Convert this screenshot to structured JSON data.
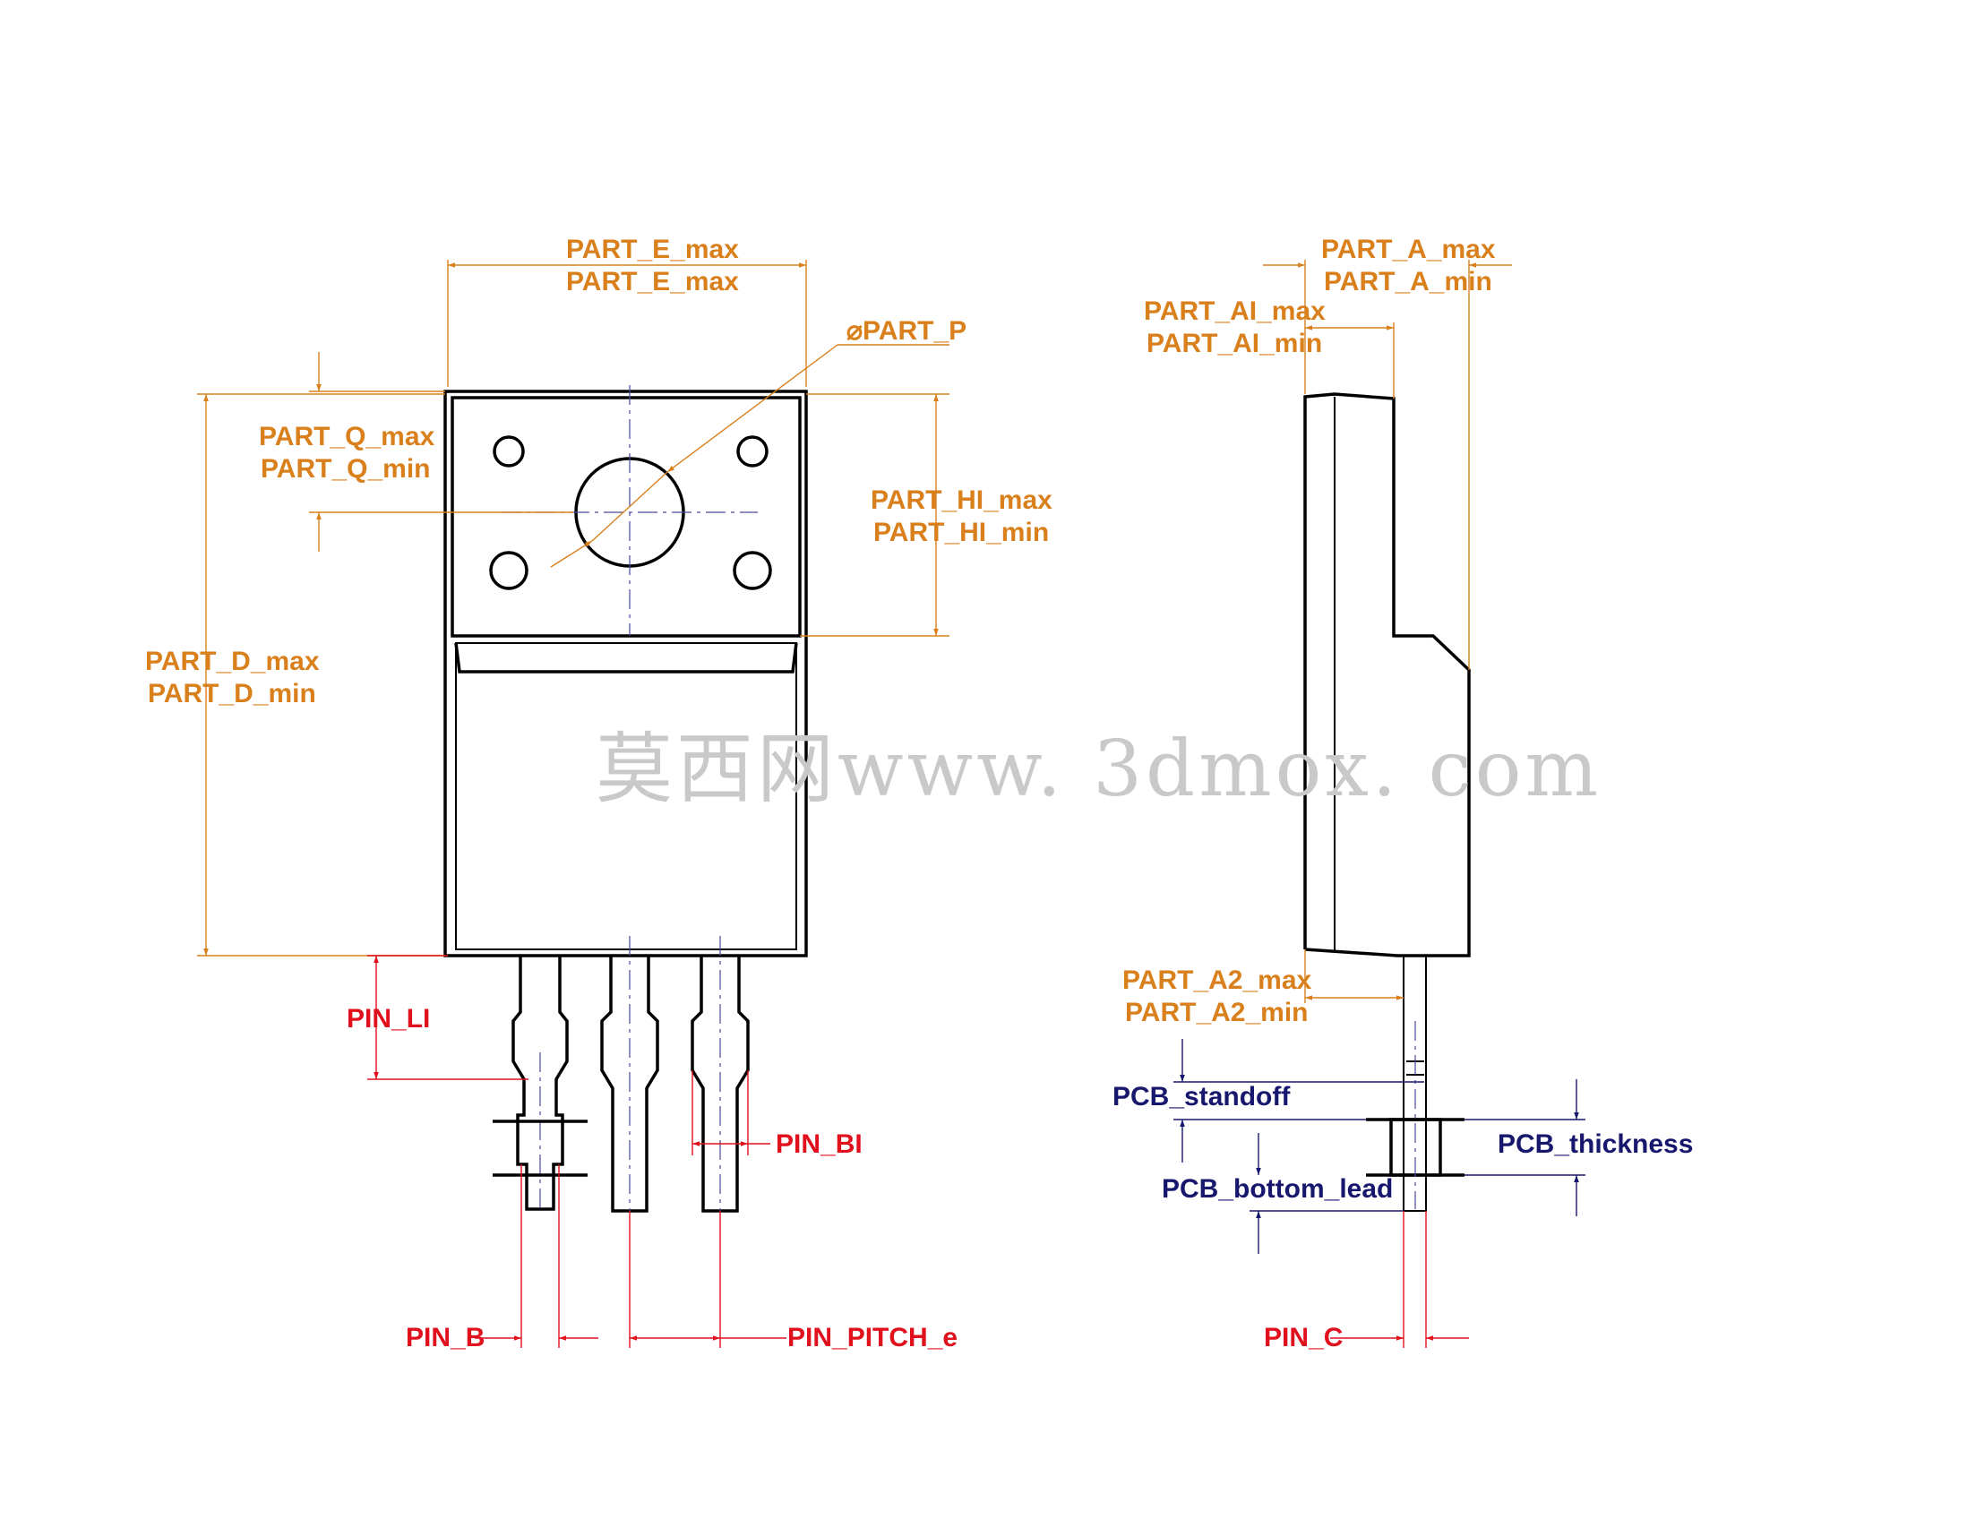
{
  "labels": {
    "part_e_max_1": "PART_E_max",
    "part_e_max_2": "PART_E_max",
    "part_p": "⌀PART_P",
    "part_q_max": "PART_Q_max",
    "part_q_min": "PART_Q_min",
    "part_h1_max": "PART_HI_max",
    "part_h1_min": "PART_HI_min",
    "part_d_max": "PART_D_max",
    "part_d_min": "PART_D_min",
    "part_a_max": "PART_A_max",
    "part_a_min": "PART_A_min",
    "part_a1_max": "PART_AI_max",
    "part_a1_min": "PART_AI_min",
    "part_a2_max": "PART_A2_max",
    "part_a2_min": "PART_A2_min",
    "pin_l1": "PIN_LI",
    "pin_b1": "PIN_BI",
    "pin_b": "PIN_B",
    "pin_pitch_e": "PIN_PITCH_e",
    "pin_c": "PIN_C",
    "pcb_standoff": "PCB_standoff",
    "pcb_thickness": "PCB_thickness",
    "pcb_bottom_lead": "PCB_bottom_lead"
  },
  "watermark": "莫西网www. 3dmox. com",
  "colors": {
    "part_dimension": "#d9801c",
    "pin_dimension": "#e0101c",
    "pcb_dimension": "#17176e",
    "outline": "#000000"
  }
}
